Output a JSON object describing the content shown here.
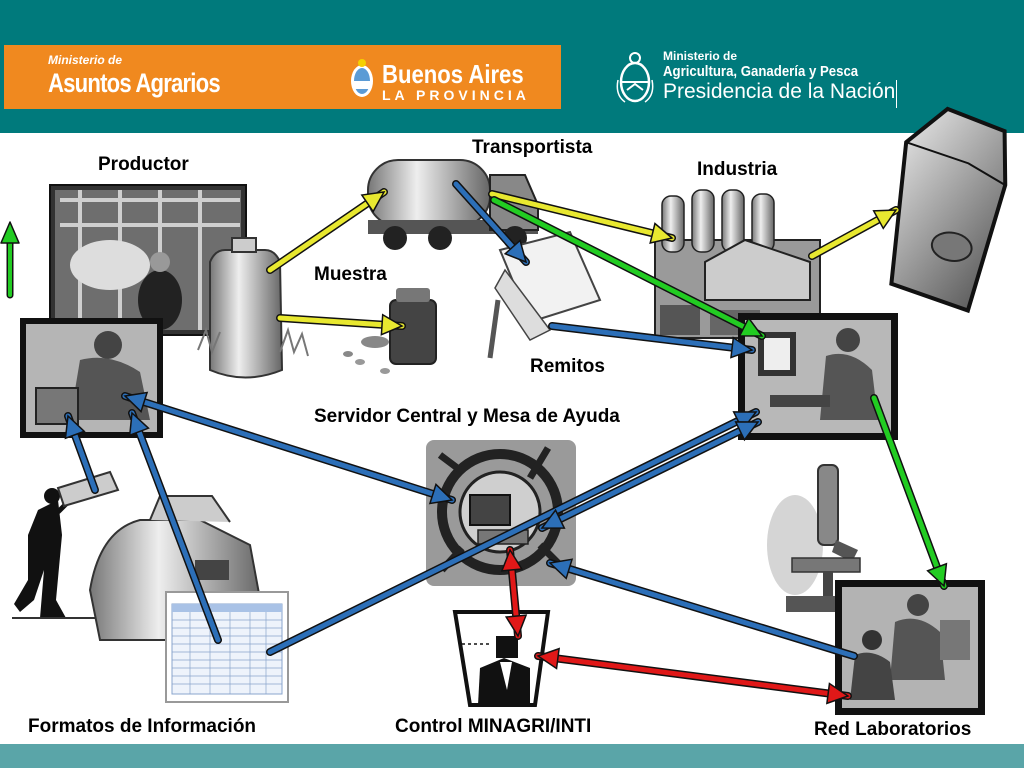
{
  "header": {
    "left_logo_small": "Ministerio de",
    "left_logo_big": "Asuntos Agrarios",
    "province_big": "Buenos Aires",
    "province_small": "LA PROVINCIA",
    "ministry_line1": "Ministerio de",
    "ministry_line2": "Agricultura, Ganadería y Pesca",
    "ministry_line3": "Presidencia de la Nación"
  },
  "labels": {
    "productor": "Productor",
    "transportista": "Transportista",
    "industria": "Industria",
    "muestra": "Muestra",
    "remitos": "Remitos",
    "servidor": "Servidor Central y Mesa de Ayuda",
    "formatos": "Formatos de Información",
    "control": "Control MINAGRI/INTI",
    "red": "Red Laboratorios"
  },
  "colors": {
    "header_teal": "#007a7c",
    "banner_orange": "#f0891f",
    "arrow_yellow": "#e8e830",
    "arrow_green": "#22cc22",
    "arrow_blue": "#2c6fb8",
    "arrow_red": "#e01818"
  }
}
